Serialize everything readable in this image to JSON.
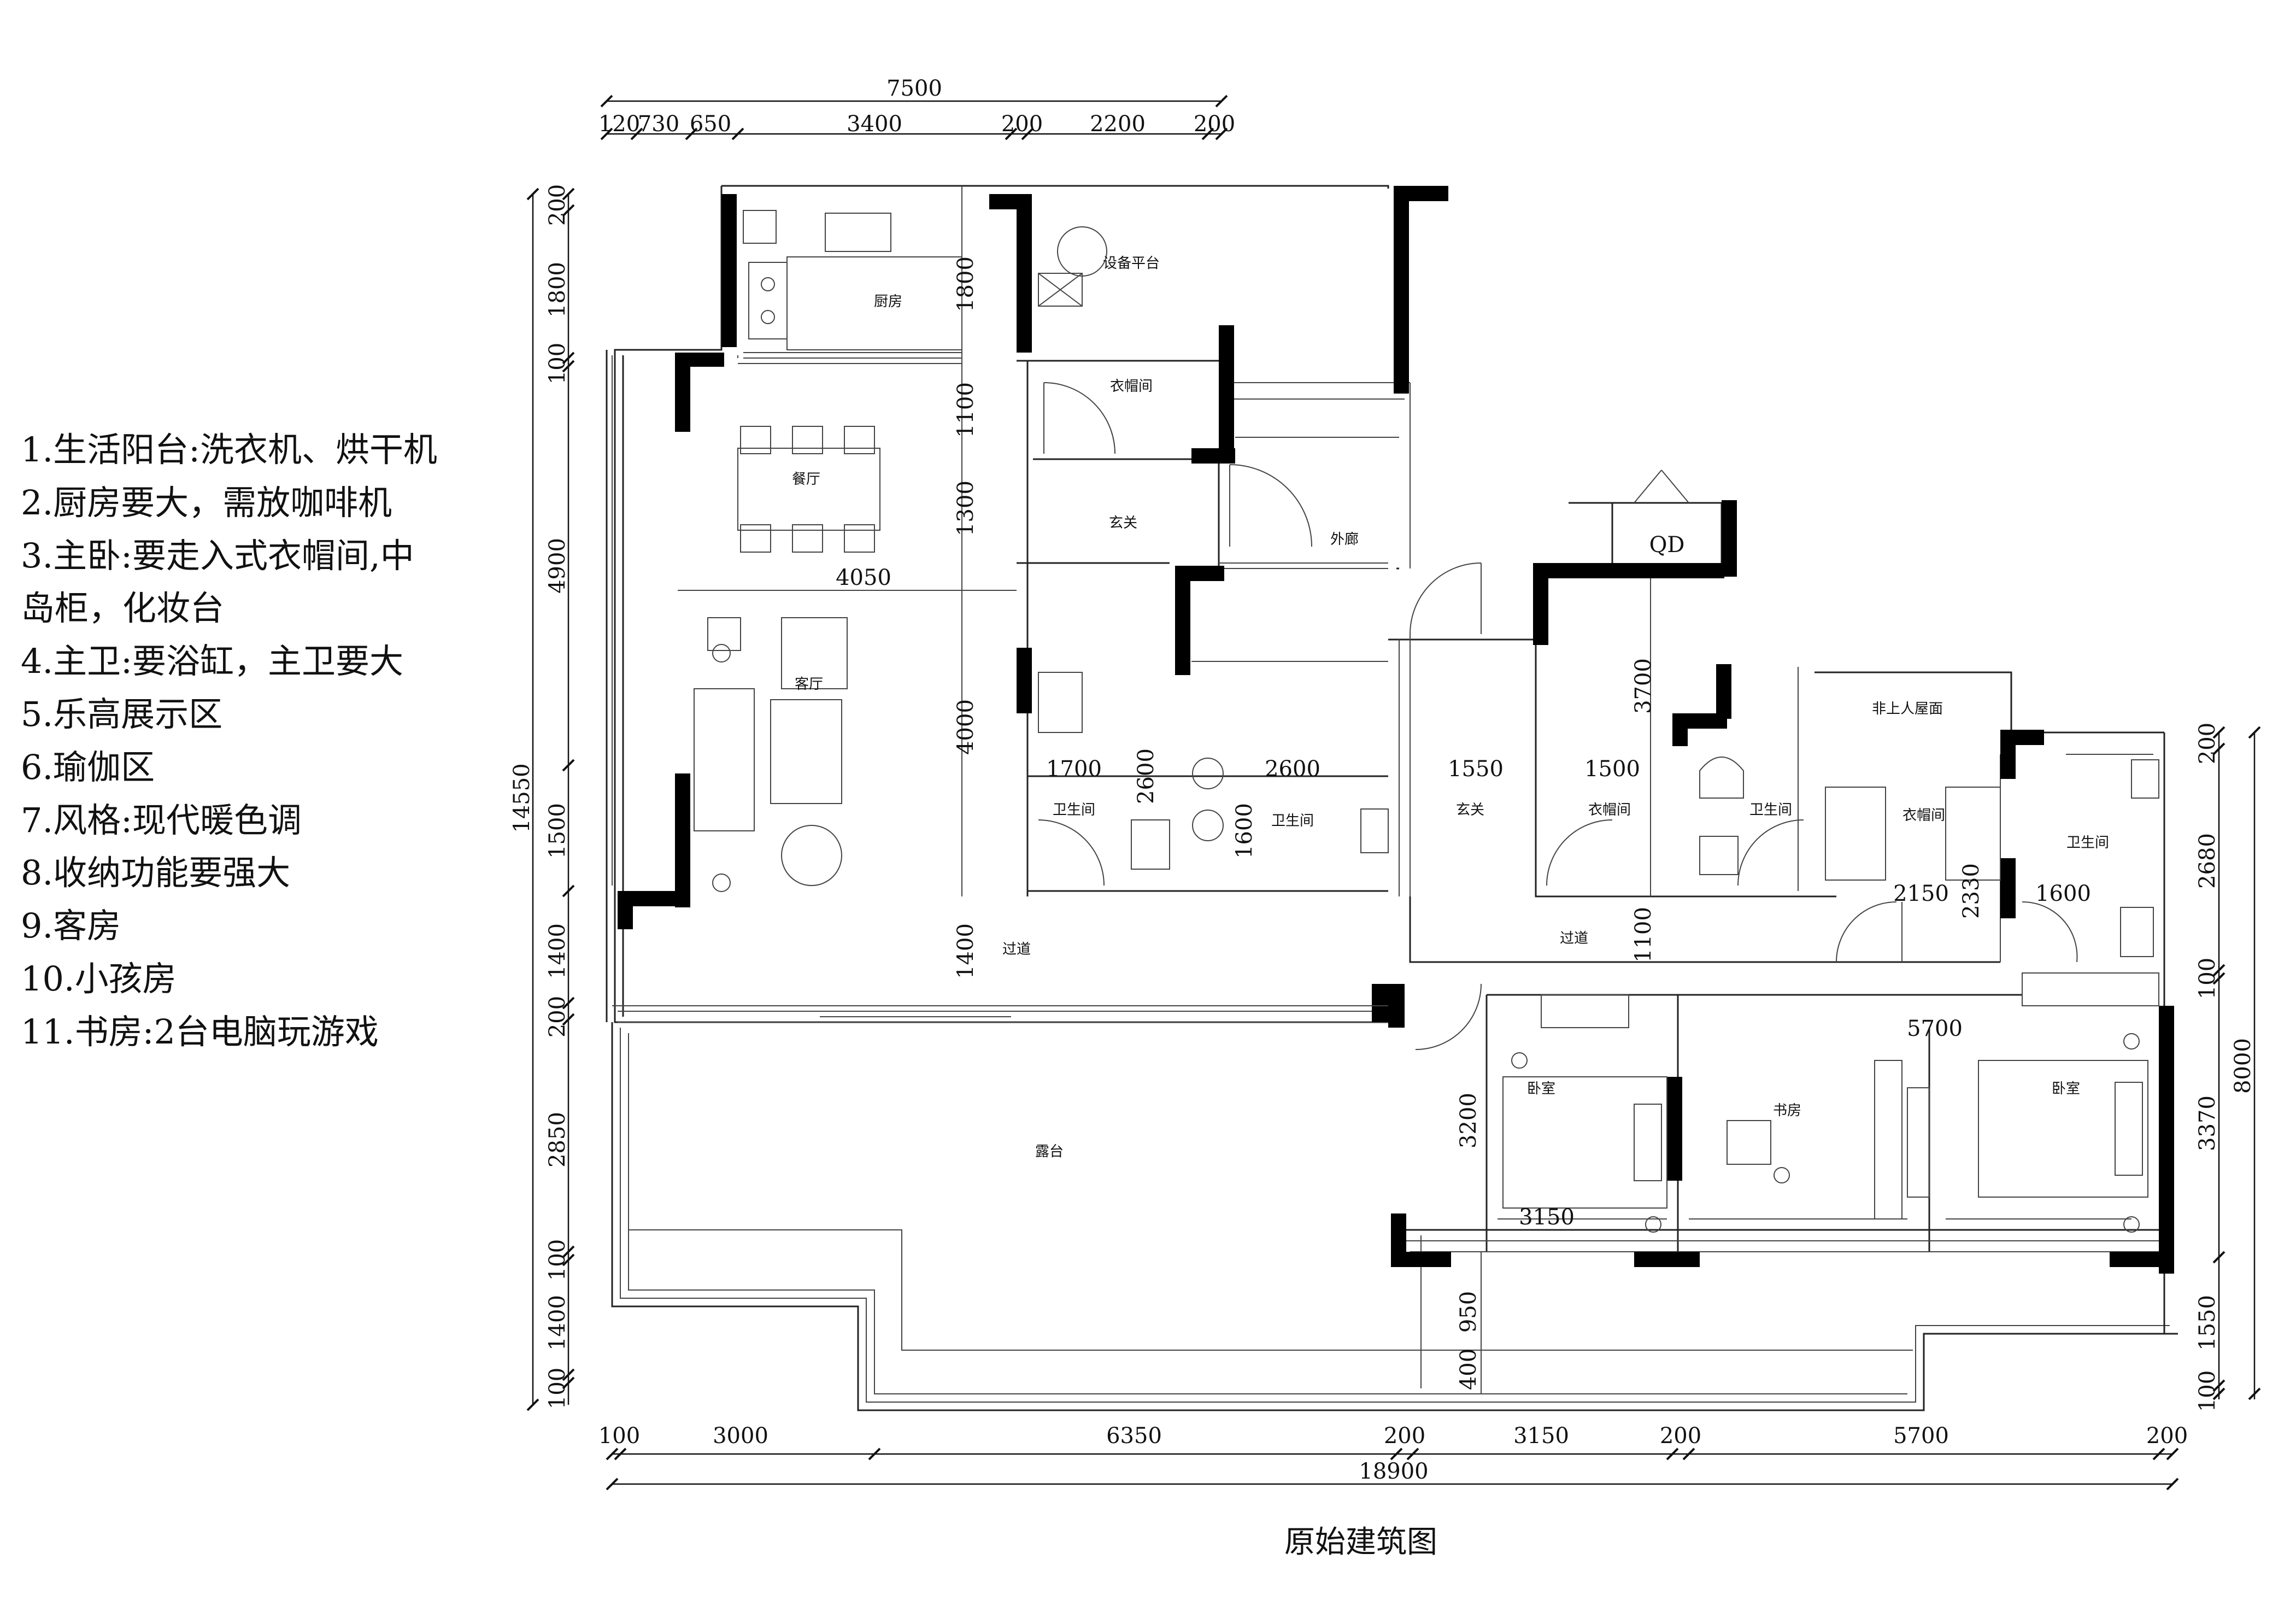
{
  "requirements": [
    "1.生活阳台:洗衣机、烘干机",
    "2.厨房要大，需放咖啡机",
    "3.主卧:要走入式衣帽间,中",
    "岛柜，化妆台",
    "4.主卫:要浴缸，主卫要大",
    "5.乐高展示区",
    "6.瑜伽区",
    "7.风格:现代暖色调",
    "8.收纳功能要强大",
    "9.客房",
    "10.小孩房",
    "11.书房:2台电脑玩游戏"
  ],
  "title": "原始建筑图",
  "rooms": {
    "kitchen": "厨房",
    "equipment_platform": "设备平台",
    "cloakroom_a": "衣帽间",
    "dining": "餐厅",
    "foyer_a": "玄关",
    "outer_corridor": "外廊",
    "living": "客厅",
    "bath_a": "卫生间",
    "bath_b": "卫生间",
    "foyer_b": "玄关",
    "cloakroom_b": "衣帽间",
    "bath_c": "卫生间",
    "non_habitable": "非上人屋面",
    "cloakroom_c": "衣帽间",
    "bath_d": "卫生间",
    "corridor_a": "过道",
    "corridor_b": "过道",
    "terrace": "露台",
    "bedroom_a": "卧室",
    "study": "书房",
    "bedroom_b": "卧室",
    "qd": "QD"
  },
  "dimensions": {
    "top_total": "7500",
    "top_segments": [
      "120",
      "730",
      "650",
      "3400",
      "200",
      "2200",
      "200"
    ],
    "left_total": "14550",
    "left_segments": [
      "200",
      "1800",
      "100",
      "4900",
      "1500",
      "1400",
      "200",
      "2850",
      "100",
      "1400",
      "100"
    ],
    "bottom_segments": [
      "100",
      "3000",
      "6350",
      "200",
      "3150",
      "200",
      "5700",
      "200"
    ],
    "bottom_total": "18900",
    "right_segments": [
      "200",
      "2680",
      "100",
      "3370",
      "1550",
      "100"
    ],
    "right_total": "8000",
    "interior": {
      "kitchen_h": "1800",
      "dining_h1": "1100",
      "dining_h2": "1300",
      "living_w": "4050",
      "living_h": "4000",
      "bath_a_w": "1700",
      "bath_a_h": "2600",
      "bath_b_w": "2600",
      "bath_b_h": "1600",
      "foyer_w": "1550",
      "cloak_w": "1500",
      "cloak_h": "3700",
      "cloak_c_w": "2150",
      "cloak_c_h": "2330",
      "bath_d_w": "1600",
      "corridor_h": "1400",
      "corridor_h2": "1100",
      "bed_b_w": "5700",
      "bed_a_h": "3200",
      "bed_a_w": "3150",
      "terrace_h1": "950",
      "terrace_h2": "400"
    }
  }
}
